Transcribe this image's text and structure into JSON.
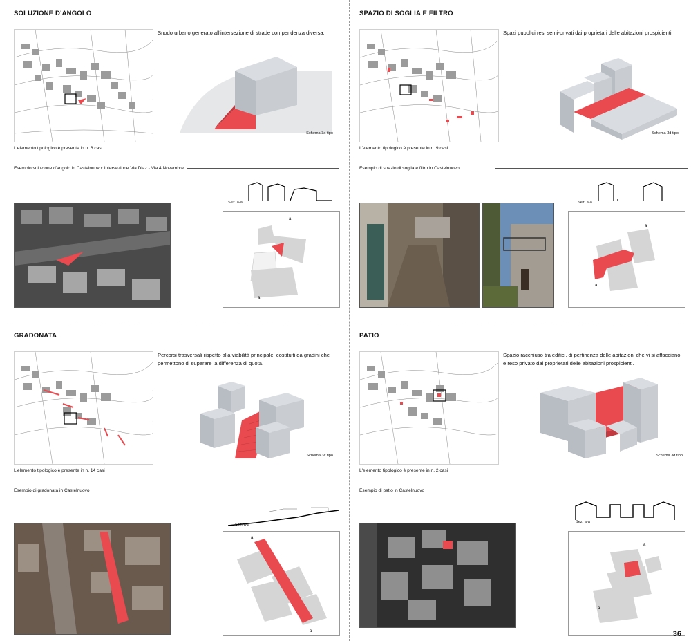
{
  "panels": [
    {
      "title": "SOLUZIONE D'ANGOLO",
      "description": "Snodo urbano generato all'intersezione di strade con pendenza diversa.",
      "schema_label": "Schema 3a tipo",
      "count_text": "L'elemento tipologico è presente in n. 6 casi",
      "example_text": "Esempio soluzione d'angolo in Castelnuovo: intersezione Via Diaz - Via 4 Novembre",
      "section_label": "Sez. a-a",
      "plan_marks": [
        "a",
        "a"
      ]
    },
    {
      "title": "SPAZIO DI SOGLIA E FILTRO",
      "description": "Spazi pubblici resi semi-privati dai proprietari delle abitazioni prospicienti",
      "schema_label": "Schema 3d tipo",
      "count_text": "L'elemento tipologico è presente in n. 9 casi",
      "example_text": "Esempio di spazio di soglia e filtro in Castelnuovo",
      "section_label": "Sez. a-a",
      "plan_marks": [
        "a",
        "a"
      ]
    },
    {
      "title": "GRADONATA",
      "description": "Percorsi trasversali rispetto alla viabilità principale, costituiti da gradini che permettono di superare la differenza di quota.",
      "schema_label": "Schema 3c tipo",
      "count_text": "L'elemento tipologico è presente in n. 14 casi",
      "example_text": "Esempio di gradonata in Castelnuovo",
      "section_label": "Sez. a-a",
      "plan_marks": [
        "a",
        "a"
      ]
    },
    {
      "title": "PATIO",
      "description": "Spazio racchiuso tra edifici, di pertinenza delle abitazioni che vi si affacciano e reso privato dai proprietari delle abitazioni prospicienti.",
      "schema_label": "Schema 3d tipo",
      "count_text": "L'elemento tipologico è presente in n. 2 casi",
      "example_text": "Esempio di patio in Castelnuovo",
      "section_label": "Sez. a-a",
      "plan_marks": [
        "a",
        "a"
      ]
    }
  ],
  "page_number": "36",
  "colors": {
    "highlight": "#e84a4f",
    "building_gray": "#c9ccd1",
    "building_side": "#9aa0a8",
    "ground": "#e6e7e9"
  }
}
